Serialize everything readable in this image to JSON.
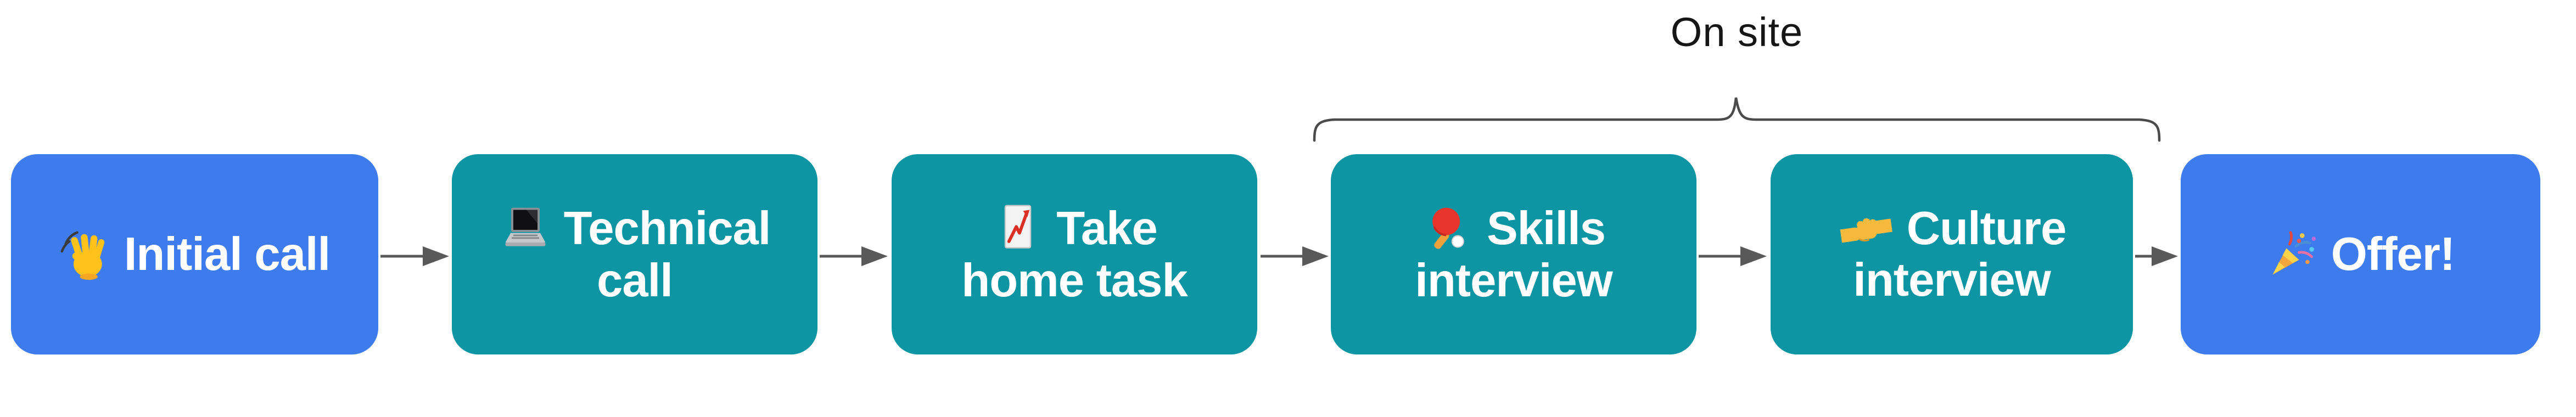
{
  "diagram": {
    "title_annotation": {
      "label": "On site"
    },
    "steps": [
      {
        "emoji": "👋",
        "icon": "waving-hand",
        "label": "Initial call",
        "line1": "Initial call",
        "line2": "",
        "color": "#3E7CEE"
      },
      {
        "emoji": "💻",
        "icon": "laptop",
        "label": "Technical call",
        "line1": "Technical",
        "line2": "call",
        "color": "#0D95A3"
      },
      {
        "emoji": "📈",
        "icon": "chart-increasing",
        "label": "Take home task",
        "line1": "Take",
        "line2": "home task",
        "color": "#0D95A3"
      },
      {
        "emoji": "🏓",
        "icon": "ping-pong",
        "label": "Skills interview",
        "line1": "Skills",
        "line2": "interview",
        "color": "#0D95A3"
      },
      {
        "emoji": "🤝",
        "icon": "handshake",
        "label": "Culture interview",
        "line1": "Culture",
        "line2": "interview",
        "color": "#0D95A3"
      },
      {
        "emoji": "🎉",
        "icon": "party-popper",
        "label": "Offer!",
        "line1": "Offer!",
        "line2": "",
        "color": "#3E7CEE"
      }
    ],
    "colors": {
      "node_blue": "#3E7CEE",
      "node_teal": "#0D95A3",
      "node_text": "#FFFFFF",
      "arrow": "#595959",
      "brace": "#4B4B4B",
      "annotation_text": "#161616",
      "background": "#FFFFFF"
    }
  }
}
